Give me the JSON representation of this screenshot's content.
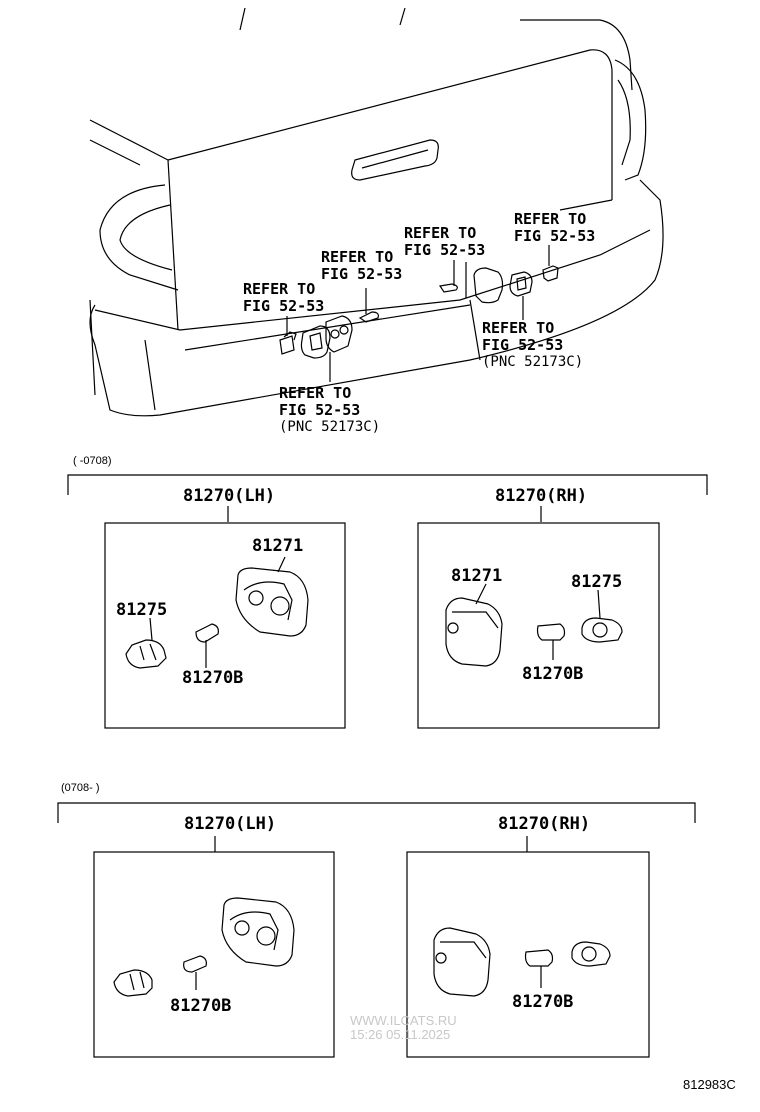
{
  "refer_labels": [
    {
      "line1": "REFER TO",
      "line2": "FIG 52-53",
      "line3": ""
    },
    {
      "line1": "REFER TO",
      "line2": "FIG 52-53",
      "line3": ""
    },
    {
      "line1": "REFER TO",
      "line2": "FIG 52-53",
      "line3": ""
    },
    {
      "line1": "REFER TO",
      "line2": "FIG 52-53",
      "line3": ""
    },
    {
      "line1": "REFER TO",
      "line2": "FIG 52-53",
      "line3": "(PNC 52173C)"
    },
    {
      "line1": "REFER TO",
      "line2": "FIG 52-53",
      "line3": "(PNC 52173C)"
    }
  ],
  "groups": [
    {
      "range": "(      -0708)",
      "lh": {
        "title": "81270(LH)",
        "p1": "81271",
        "p2": "81275",
        "p3": "81270B"
      },
      "rh": {
        "title": "81270(RH)",
        "p1": "81271",
        "p2": "81275",
        "p3": "81270B"
      }
    },
    {
      "range": "(0708-      )",
      "lh": {
        "title": "81270(LH)",
        "p3": "81270B"
      },
      "rh": {
        "title": "81270(RH)",
        "p3": "81270B"
      }
    }
  ],
  "watermark": {
    "line1": "WWW.ILCATS.RU",
    "line2": "15:26 05.11.2025"
  },
  "diagram_id": "812983C"
}
